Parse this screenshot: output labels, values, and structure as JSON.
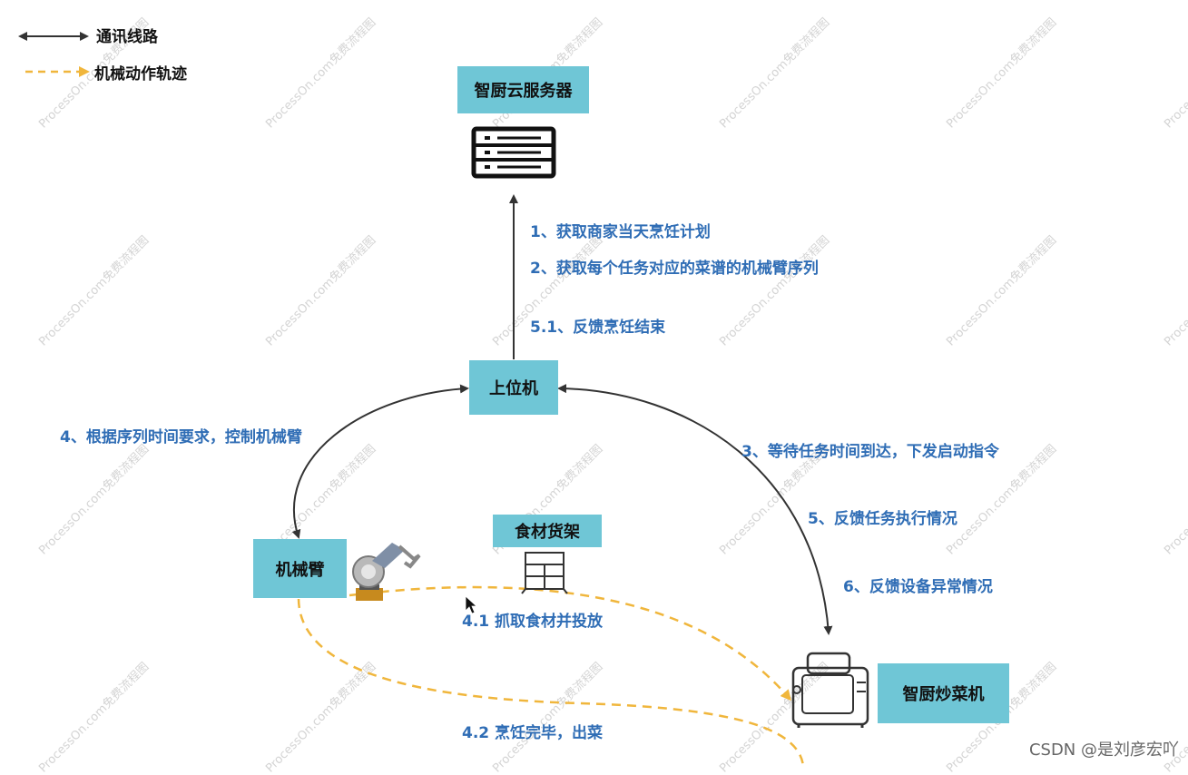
{
  "legend": {
    "comm_line": "通讯线路",
    "arm_path": "机械动作轨迹"
  },
  "nodes": {
    "cloud": "智厨云服务器",
    "host": "上位机",
    "arm": "机械臂",
    "shelf": "食材货架",
    "cooker": "智厨炒菜机"
  },
  "edge_labels": {
    "l1": "1、获取商家当天烹饪计划",
    "l2": "2、获取每个任务对应的菜谱的机械臂序列",
    "l51": "5.1、反馈烹饪结束",
    "l4": "4、根据序列时间要求，控制机械臂",
    "l3": "3、等待任务时间到达，下发启动指令",
    "l5": "5、反馈任务执行情况",
    "l6": "6、反馈设备异常情况",
    "l41": "4.1 抓取食材并投放",
    "l42": "4.2 烹饪完毕，出菜"
  },
  "watermark": "ProcessOn.com免费流程图",
  "credit": "CSDN @是刘彦宏吖",
  "colors": {
    "box": "#6fc6d6",
    "label": "#2f6db5",
    "comm_line": "#333333",
    "arm_path": "#f0b63c"
  },
  "icons": {
    "cloud": "server-icon",
    "arm": "robot-arm-icon",
    "shelf": "shelf-icon",
    "cooker": "cooking-machine-icon"
  }
}
